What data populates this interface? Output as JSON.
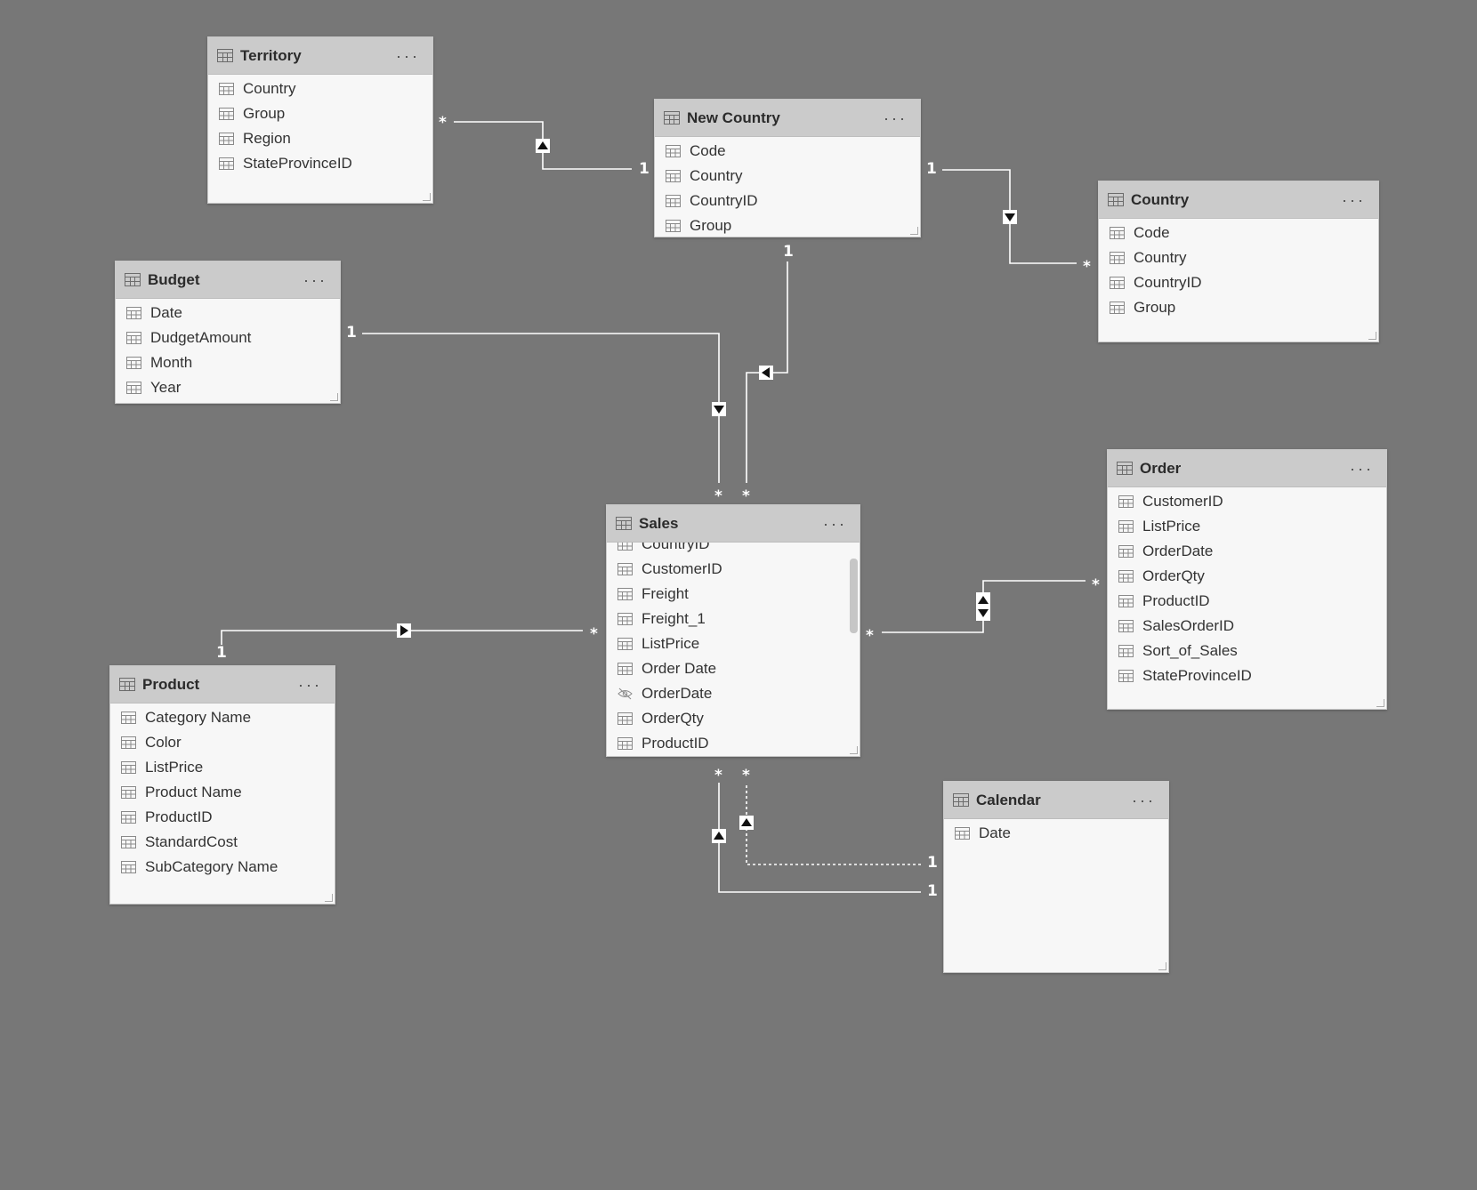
{
  "tables": {
    "territory": {
      "title": "Territory",
      "fields": [
        "Country",
        "Group",
        "Region",
        "StateProvinceID"
      ]
    },
    "new_country": {
      "title": "New Country",
      "fields": [
        "Code",
        "Country",
        "CountryID",
        "Group"
      ]
    },
    "country": {
      "title": "Country",
      "fields": [
        "Code",
        "Country",
        "CountryID",
        "Group"
      ]
    },
    "budget": {
      "title": "Budget",
      "fields": [
        "Date",
        "DudgetAmount",
        "Month",
        "Year"
      ]
    },
    "sales": {
      "title": "Sales",
      "fields": [
        "CountryID",
        "CustomerID",
        "Freight",
        "Freight_1",
        "ListPrice",
        "Order Date",
        "OrderDate",
        "OrderQty",
        "ProductID"
      ],
      "hidden_field": "OrderDate"
    },
    "order": {
      "title": "Order",
      "fields": [
        "CustomerID",
        "ListPrice",
        "OrderDate",
        "OrderQty",
        "ProductID",
        "SalesOrderID",
        "Sort_of_Sales",
        "StateProvinceID"
      ]
    },
    "product": {
      "title": "Product",
      "fields": [
        "Category Name",
        "Color",
        "ListPrice",
        "Product Name",
        "ProductID",
        "StandardCost",
        "SubCategory Name"
      ]
    },
    "calendar": {
      "title": "Calendar",
      "fields": [
        "Date"
      ]
    }
  },
  "more_glyph": "···",
  "cardinality": {
    "one": "1",
    "many": "*"
  },
  "relationships": [
    {
      "from": "Territory",
      "to": "New Country",
      "from_card": "*",
      "to_card": "1",
      "arrow": "up"
    },
    {
      "from": "New Country",
      "to": "Country",
      "from_card": "1",
      "to_card": "*",
      "arrow": "down"
    },
    {
      "from": "Budget",
      "to": "Sales",
      "from_card": "1",
      "to_card": "*",
      "arrow": "down"
    },
    {
      "from": "New Country",
      "to": "Sales",
      "from_card": "1",
      "to_card": "*",
      "arrow": "left"
    },
    {
      "from": "Product",
      "to": "Sales",
      "from_card": "1",
      "to_card": "*",
      "arrow": "right"
    },
    {
      "from": "Sales",
      "to": "Order",
      "from_card": "*",
      "to_card": "*",
      "arrow": "both"
    },
    {
      "from": "Calendar",
      "to": "Sales",
      "from_card": "1",
      "to_card": "*",
      "arrow": "up",
      "inactive": true
    },
    {
      "from": "Calendar",
      "to": "Sales",
      "from_card": "1",
      "to_card": "*",
      "arrow": "up"
    }
  ],
  "colors": {
    "canvas": "#777777",
    "header": "#cbcbcb",
    "body": "#f7f7f7",
    "line": "#ffffff"
  }
}
